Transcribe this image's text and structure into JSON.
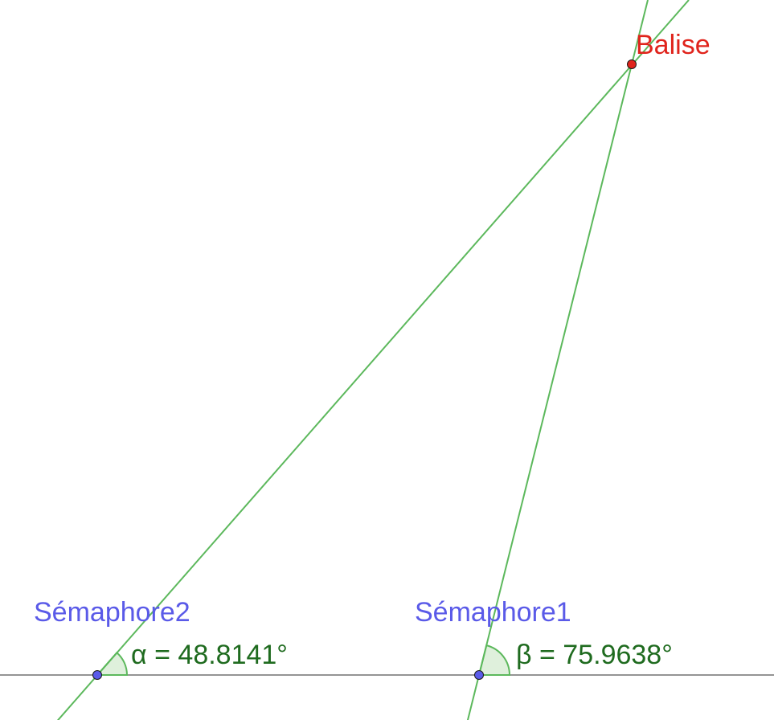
{
  "colors": {
    "background": "#ffffff",
    "line": "#5cb85c",
    "baseline": "#555555",
    "point_blue": "#5b5bea",
    "point_red": "#e0241c",
    "label_blue": "#5a5ae8",
    "label_red": "#e0241c",
    "angle_text": "#1f6b1f",
    "angle_fill": "#dff0dc"
  },
  "points": {
    "balise": {
      "label": "Balise"
    },
    "semaphore1": {
      "label": "Sémaphore1"
    },
    "semaphore2": {
      "label": "Sémaphore2"
    }
  },
  "angles": {
    "alpha": {
      "text": "α = 48.8141°"
    },
    "beta": {
      "text": "β = 75.9638°"
    }
  }
}
